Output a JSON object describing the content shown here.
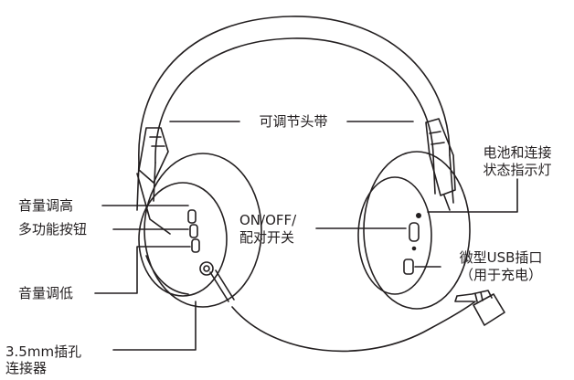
{
  "labels": {
    "headband": "可调节头带",
    "battery_line1": "电池和连接",
    "battery_line2": "状态指示灯",
    "volume_up": "音量调高",
    "multifunction": "多功能按钮",
    "volume_down": "音量调低",
    "power_line1": "ON/OFF/",
    "power_line2": "配对开关",
    "usb_line1": "微型USB插口",
    "usb_line2": "（用于充电）",
    "jack_line1": "3.5mm插孔",
    "jack_line2": "连接器"
  },
  "colors": {
    "line": "#231f20",
    "background": "#ffffff"
  }
}
